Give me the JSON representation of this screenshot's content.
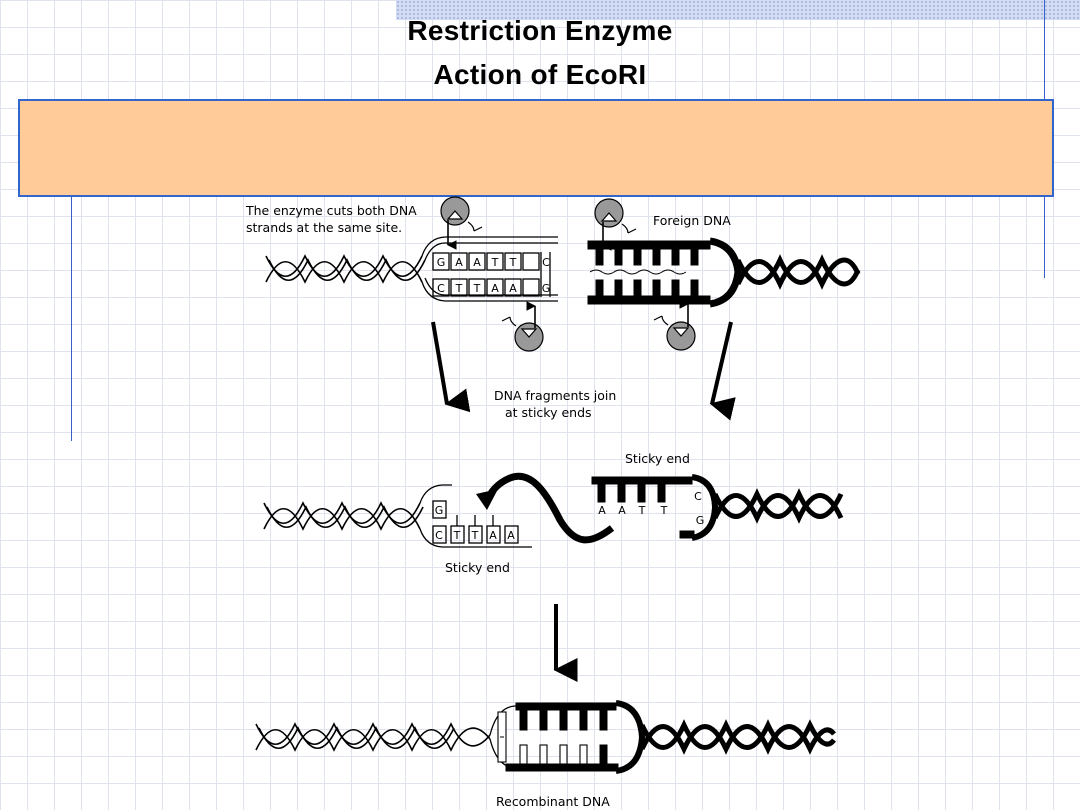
{
  "slide": {
    "title_line1": "Restriction Enzyme",
    "title_line2": "Action of EcoRI"
  },
  "labels": {
    "enzyme_cuts_line1": "The enzyme cuts both DNA",
    "enzyme_cuts_line2": "strands at the same site.",
    "foreign_dna": "Foreign DNA",
    "fragments_join_line1": "DNA fragments join",
    "fragments_join_line2": "at sticky ends",
    "sticky_end_top": "Sticky end",
    "sticky_end_bottom": "Sticky end",
    "recombinant": "Recombinant DNA"
  },
  "bases": {
    "top_strand": [
      "G",
      "A",
      "A",
      "T",
      "T",
      "C"
    ],
    "bottom_strand": [
      "C",
      "T",
      "T",
      "A",
      "A",
      "G"
    ],
    "left_sticky_top": [
      "G"
    ],
    "left_sticky_bottom": [
      "C",
      "T",
      "T",
      "A",
      "A"
    ],
    "right_sticky_bottom": [
      "A",
      "A",
      "T",
      "T"
    ],
    "right_sticky_side": [
      "C",
      "G"
    ]
  },
  "colors": {
    "overlay_fill": "#ffcc99",
    "overlay_border": "#3366cc",
    "accent_line": "#3a5fcd"
  }
}
